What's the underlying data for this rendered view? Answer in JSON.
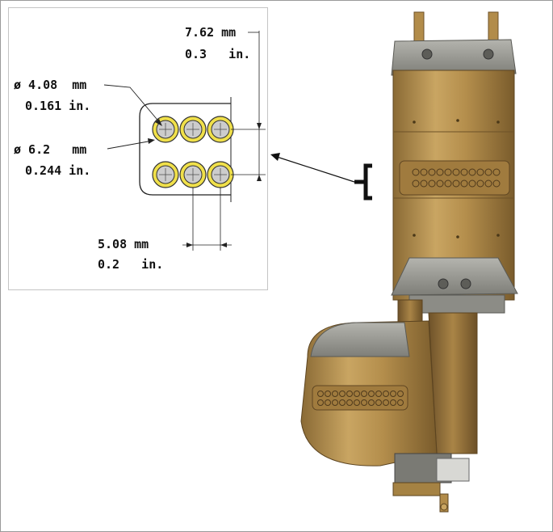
{
  "figure": {
    "dimensions": {
      "row_pitch": {
        "value_mm": "7.62 mm",
        "value_in": "0.3   in."
      },
      "inner_diameter": {
        "value_mm": "ø 4.08  mm",
        "value_in": "0.161 in."
      },
      "outer_diameter": {
        "value_mm": "ø 6.2   mm",
        "value_in": "0.244 in."
      },
      "column_pitch": {
        "value_mm": "5.08 mm",
        "value_in": "0.2   in."
      }
    },
    "colors": {
      "ring": "#f0e04a",
      "core": "#cccccc",
      "brass": "#b9924e",
      "steel": "#9b9b95"
    },
    "photo_subject": "brass probe head assembly with two rows of circular contacts"
  }
}
